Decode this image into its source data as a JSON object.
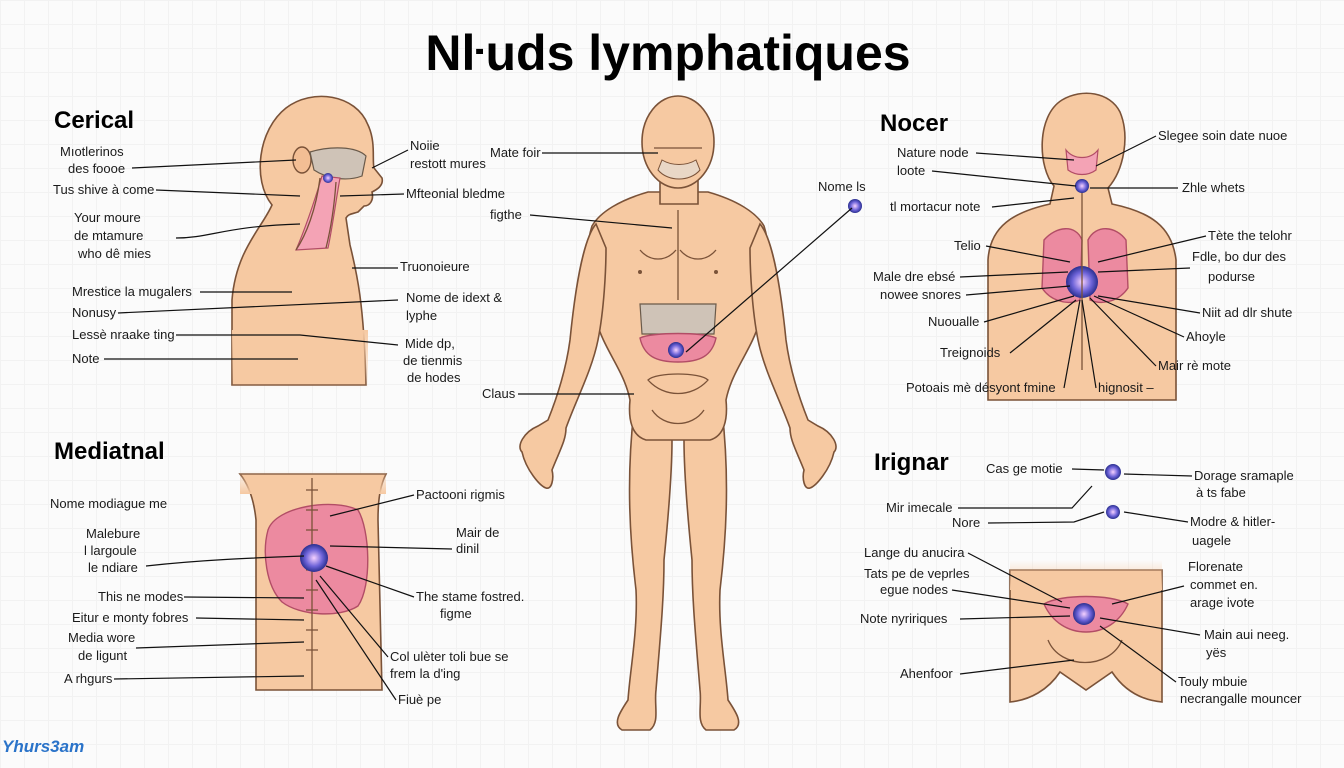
{
  "title": "Nŀuds lymphatiques",
  "watermark": "Yhurs3am",
  "sections": {
    "cervical": "Cerical",
    "mediastinal": "Mediatnal",
    "thoracic": "Nocer",
    "inguinal": "Irignar"
  },
  "labels": {
    "c1": "Mıotlerinos",
    "c2": "des foooe",
    "c3": "Tus shive à come",
    "c4": "Your moure",
    "c5": "de mtamure",
    "c6": "who dê mies",
    "c7": "Mrestice la mugalers",
    "c8": "Nonusy",
    "c9": "Lessè nraake ting",
    "c10": "Note",
    "c11": "Noiie",
    "c12": "restott mures",
    "c13": "Mfteonial bledme",
    "c14": "Truonoieure",
    "c15": "Nome de idext &",
    "c16": "lyphe",
    "c17": "Mide dp,",
    "c18": "de tienmis",
    "c19": "de hodes",
    "b1": "Mate foir",
    "b2": "figthe",
    "b3": "Claus",
    "b4": "Nome ls",
    "m1": "Nome modiague me",
    "m2": "Malebure",
    "m3": "l largoule",
    "m4": "le ndiare",
    "m5": "This ne modes",
    "m6": "Eitur e monty fobres",
    "m7": "Media wore",
    "m8": "de ligunt",
    "m9": "A rhgurs",
    "m10": "Pactooni rigmis",
    "m11": "Mair de",
    "m12": "dinil",
    "m13": "The stame fostred.",
    "m14": "figme",
    "m15": "Col ulèter toli bue se",
    "m16": "frem la d'ing",
    "m17": "Fiuè pe",
    "t1": "Nature node",
    "t2": "loote",
    "t3": "tl mortacur note",
    "t4": "Telio",
    "t5": "Male dre ebsé",
    "t6": "nowee snores",
    "t7": "Nuoualle",
    "t8": "Treignoids",
    "t9": "Potoais mè désyont fmine",
    "t10": "Slegee soin date nuoe",
    "t11": "Zhle whets",
    "t12": "Tète the telohr",
    "t13": "Fdle, bo dur des",
    "t14": "podurse",
    "t15": "Niit ad dlr shute",
    "t16": "Ahoyle",
    "t17": "Mair rè mote",
    "t18": "hignosit –",
    "i1": "Cas ge motie",
    "i2": "Mir imecale",
    "i3": "Nore",
    "i4": "Lange du anucira",
    "i5": "Tats pe de veprles",
    "i6": "egue nodes",
    "i7": "Note nyririques",
    "i8": "Ahenfoor",
    "i9": "Dorage sramaple",
    "i10": "à ts fabe",
    "i11": "Modre & hitler-",
    "i12": "uagele",
    "i13": "Florenate",
    "i14": "commet en.",
    "i15": "arage ivote",
    "i16": "Main aui neeg.",
    "i17": "yës",
    "i18": "Touly mbuie",
    "i19": "necrangalle mouncer"
  },
  "colors": {
    "skin": "#f6c9a2",
    "organ": "#ec8aa0",
    "node": "#4b5fd1",
    "outline": "#7a5238"
  }
}
